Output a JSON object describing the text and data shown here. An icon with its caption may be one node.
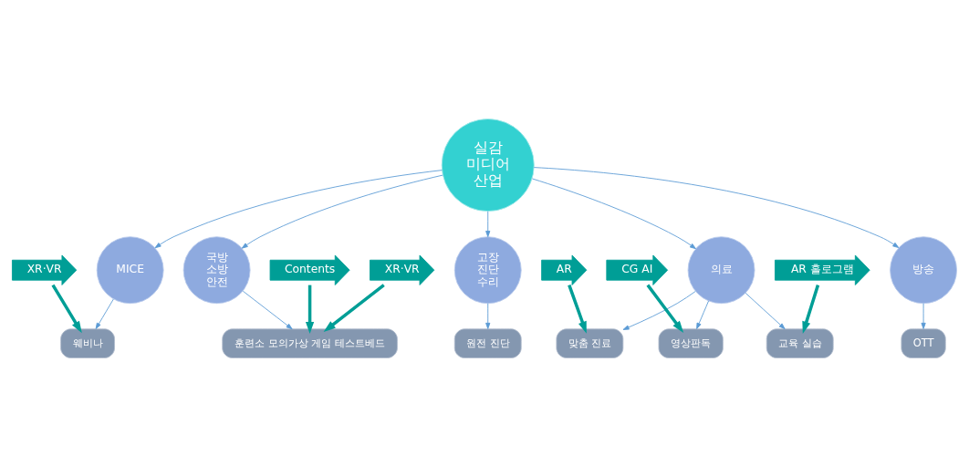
{
  "diagram": {
    "nodes": [
      {
        "text": [
          "실감 미디어 산업"
        ]
      },
      {
        "text": [
          "MICE"
        ]
      },
      {
        "text": [
          "국방 소방 안전"
        ]
      },
      {
        "text": [
          "방송"
        ]
      },
      {
        "text": [
          "고장 진단 수리"
        ]
      },
      {
        "text": [
          "의료"
        ]
      },
      {
        "text": [
          "웨비나"
        ]
      },
      {
        "text": [
          "훈련소 모의가상 게임 테스트베드"
        ]
      },
      {
        "text": [
          "OTT"
        ]
      },
      {
        "text": [
          "원전 진단"
        ]
      },
      {
        "text": [
          "맞춤 진료"
        ]
      },
      {
        "text": [
          "영상판독"
        ]
      },
      {
        "text": [
          "교육 실습"
        ]
      },
      {
        "text": [
          "XR·VR"
        ]
      },
      {
        "text": [
          "Contents"
        ]
      },
      {
        "text": [
          "XR·VR"
        ]
      },
      {
        "text": [
          "AR"
        ]
      },
      {
        "text": [
          "CG AI"
        ]
      },
      {
        "text": [
          "AR 홀로그램"
        ]
      }
    ],
    "edges": [
      {
        "from": 0,
        "to": 1,
        "arrow": "to"
      },
      {
        "from": 0,
        "to": 2,
        "arrow": "to"
      },
      {
        "from": 0,
        "to": 3,
        "arrow": "to"
      },
      {
        "from": 0,
        "to": 4,
        "arrow": "to"
      },
      {
        "from": 0,
        "to": 5,
        "arrow": "to"
      },
      {
        "from": 1,
        "to": 6,
        "arrow": "to"
      },
      {
        "from": 2,
        "to": 7,
        "arrow": "to"
      },
      {
        "from": 3,
        "to": 8,
        "arrow": "to"
      },
      {
        "from": 4,
        "to": 9,
        "arrow": "to"
      },
      {
        "from": 5,
        "to": 10,
        "arrow": "to"
      },
      {
        "from": 5,
        "to": 11,
        "arrow": "to"
      },
      {
        "from": 5,
        "to": 12,
        "arrow": "to"
      },
      {
        "from": 13,
        "to": 6,
        "arrow": "to",
        "style": "thick",
        "color": "#009e96"
      },
      {
        "from": 14,
        "to": 7,
        "arrow": "to",
        "style": "thick",
        "color": "#009e96"
      },
      {
        "from": 15,
        "to": 7,
        "arrow": "to",
        "style": "thick",
        "color": "#009e96"
      },
      {
        "from": 16,
        "to": 10,
        "arrow": "to",
        "style": "thick",
        "color": "#009e96"
      },
      {
        "from": 17,
        "to": 11,
        "arrow": "to",
        "style": "thick",
        "color": "#009e96"
      },
      {
        "from": 18,
        "to": 12,
        "arrow": "to",
        "style": "thick",
        "color": "#009e96"
      }
    ]
  }
}
